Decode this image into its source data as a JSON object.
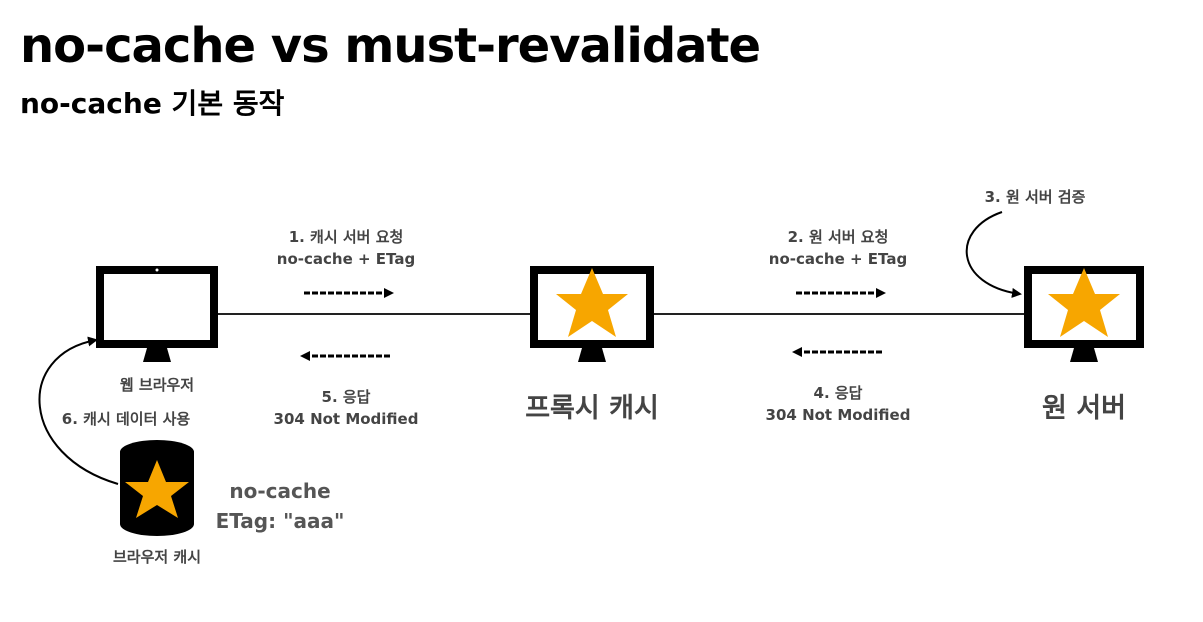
{
  "header": {
    "title": "no-cache vs must-revalidate",
    "subtitle": "no-cache 기본 동작"
  },
  "nodes": {
    "web_browser": "웹 브라우저",
    "proxy_cache": "프록시 캐시",
    "origin_server": "원 서버",
    "browser_cache": "브라우저 캐시"
  },
  "steps": {
    "step1": {
      "title": "1. 캐시 서버 요청",
      "detail": "no-cache + ETag"
    },
    "step2": {
      "title": "2. 원 서버 요청",
      "detail": "no-cache + ETag"
    },
    "step3": {
      "title": "3. 원 서버 검증"
    },
    "step4": {
      "title": "4. 응답",
      "detail": "304 Not Modified"
    },
    "step5": {
      "title": "5. 응답",
      "detail": "304 Not Modified"
    },
    "step6": {
      "title": "6. 캐시 데이터 사용"
    }
  },
  "browser_cache_info": {
    "directive": "no-cache",
    "etag": "ETag: \"aaa\""
  },
  "colors": {
    "star": "#F7A600",
    "monitor": "#000000",
    "label": "#444444"
  }
}
